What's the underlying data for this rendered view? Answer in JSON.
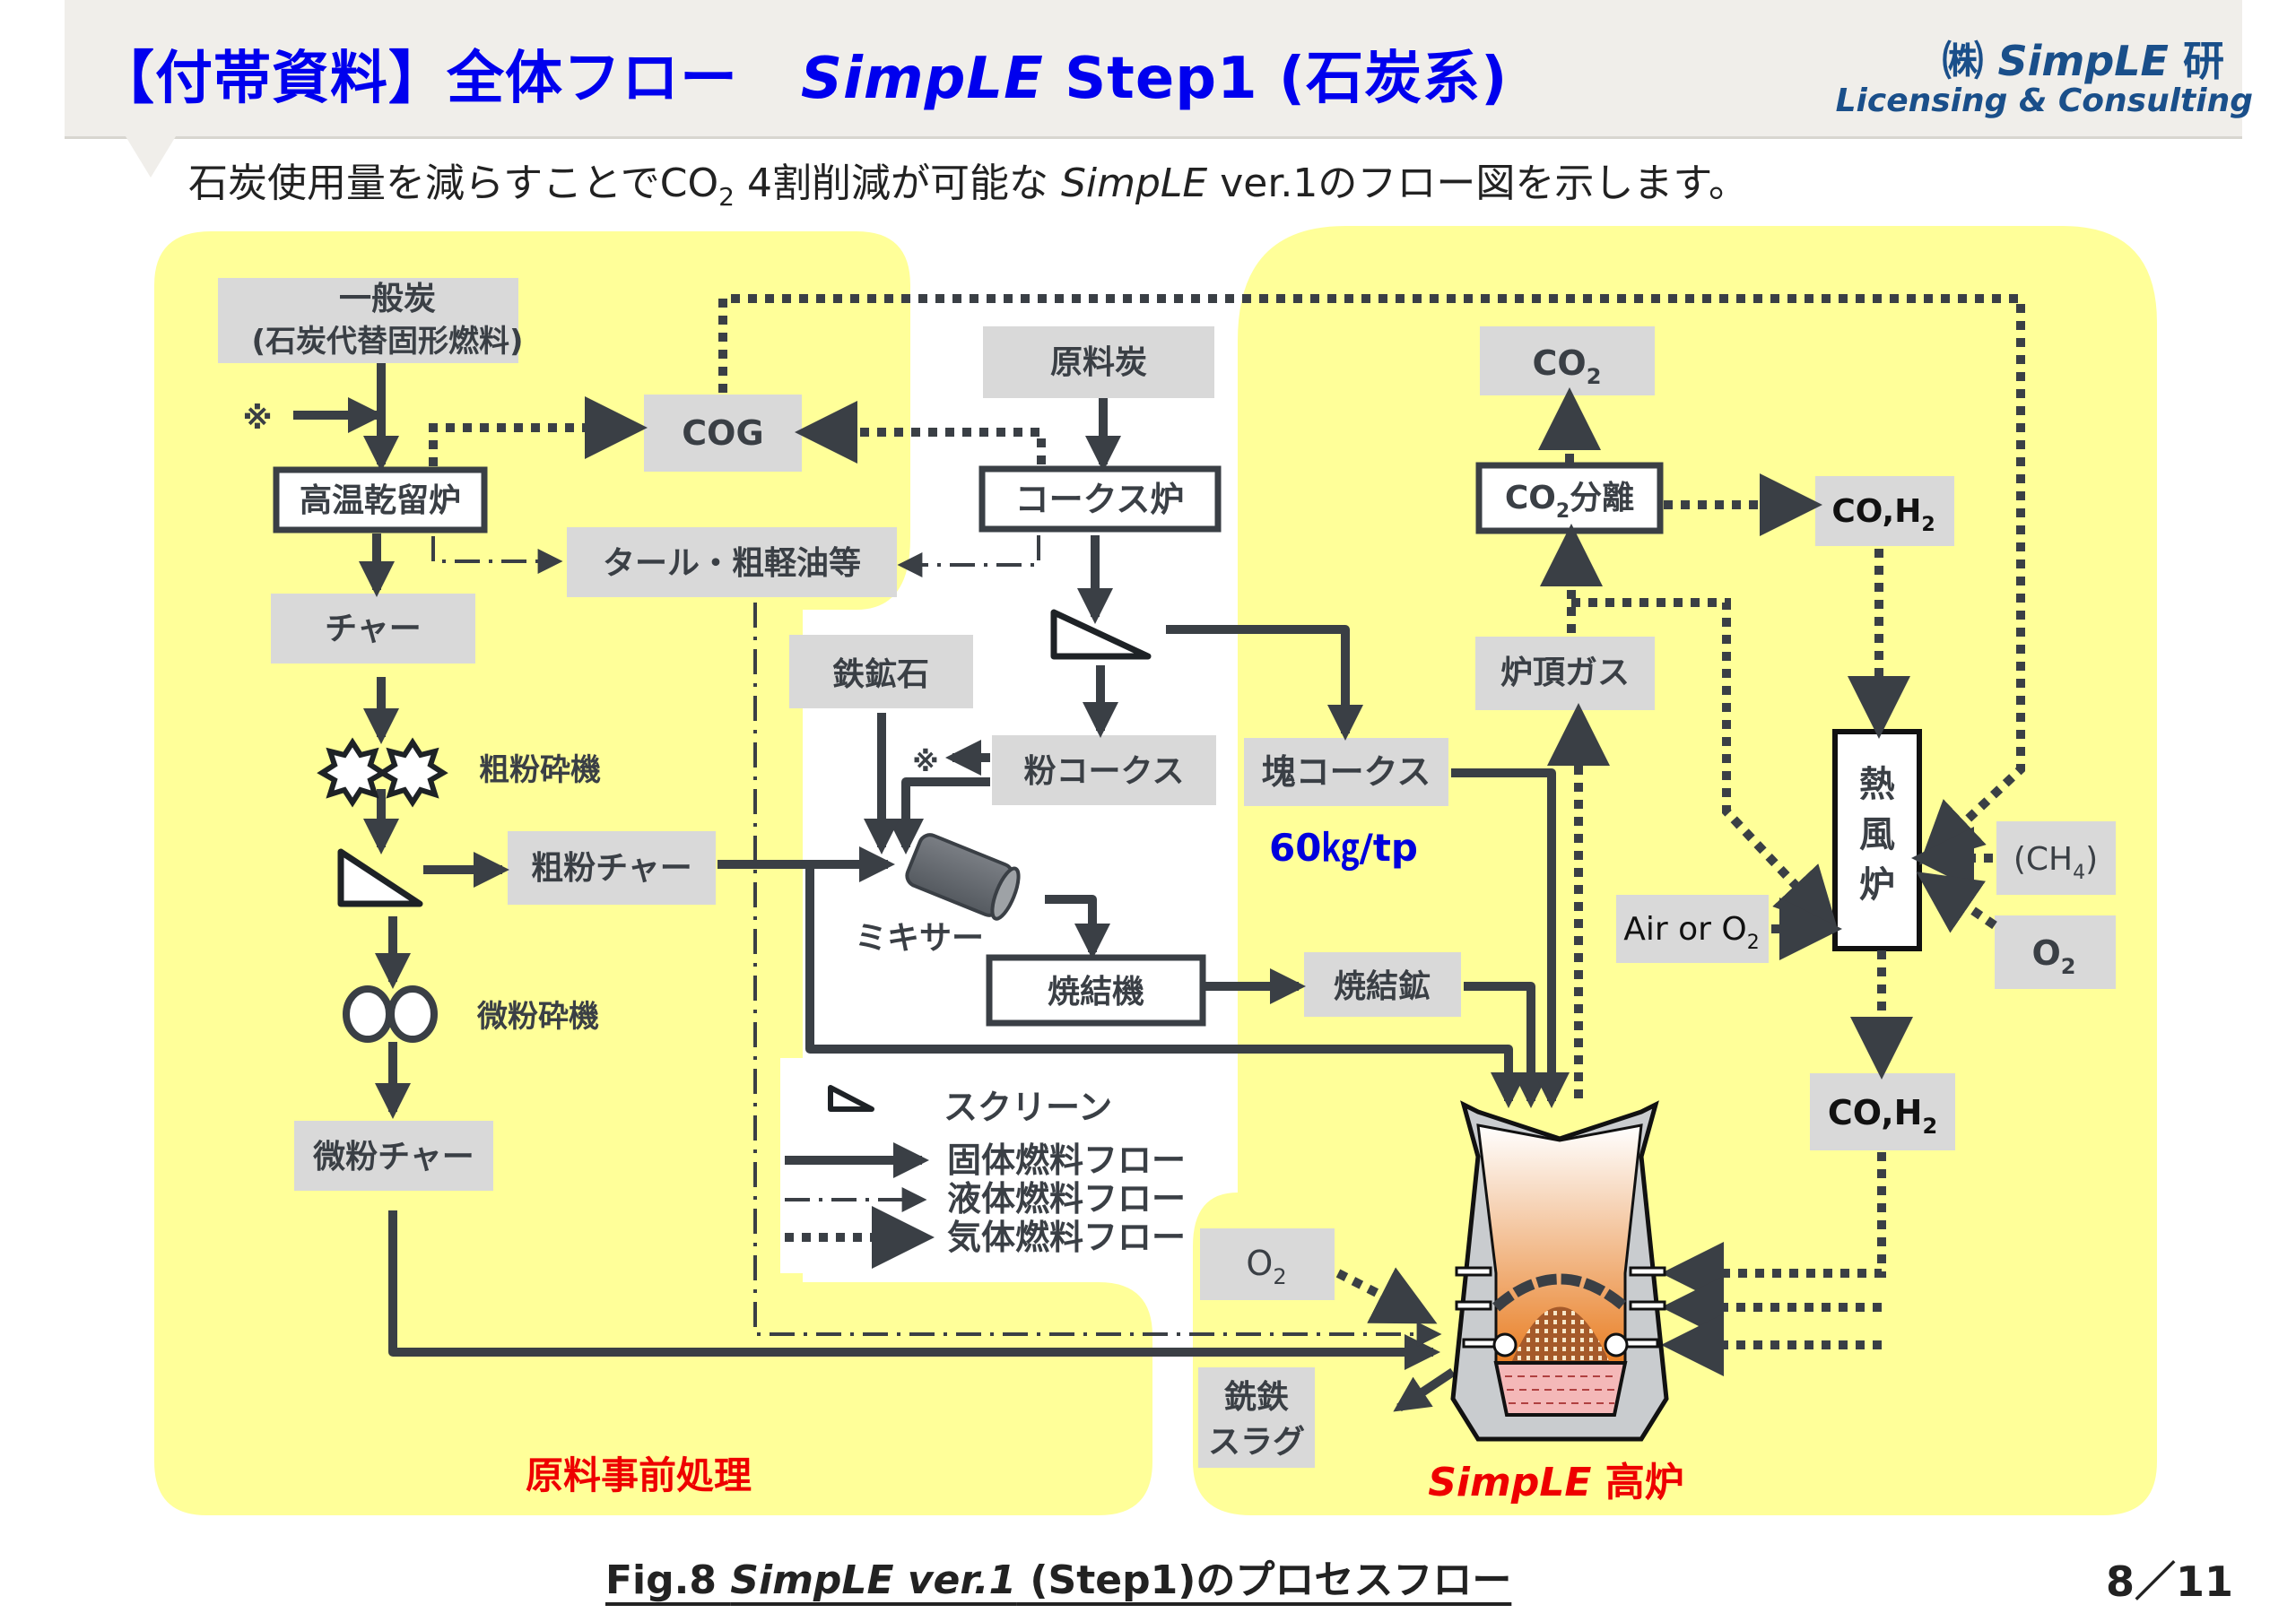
{
  "header": {
    "title_prefix": "【付帯資料】全体フロー",
    "title_brand": "SimpLE",
    "title_suffix": "Step1 (石炭系)",
    "logo_line1_prefix": "㈱",
    "logo_line1_brand": "SimpLE",
    "logo_line1_suffix": "研",
    "logo_line2": "Licensing & Consulting"
  },
  "subtitle": {
    "part1": "石炭使用量を減らすことでCO",
    "sub": "2",
    "part2": " 4割削減が可能な ",
    "brand": "SimpLE",
    "part3": " ver.1のフロー図を示します。"
  },
  "zones": {
    "pretreatment_label": "原料事前処理",
    "furnace_label_brand": "SimpLE",
    "furnace_label_suffix": "高炉"
  },
  "nodes": {
    "steam_coal_line1": "一般炭",
    "steam_coal_line2": "(石炭代替固形燃料)",
    "note_mark": "※",
    "carbonizer": "高温乾留炉",
    "cog": "COG",
    "tar": "タール・粗軽油等",
    "char": "チャー",
    "coarse_crusher": "粗粉砕機",
    "coarse_char": "粗粉チャー",
    "fine_crusher": "微粉砕機",
    "fine_char": "微粉チャー",
    "coking_coal": "原料炭",
    "coke_oven": "コークス炉",
    "iron_ore": "鉄鉱石",
    "fine_coke": "粉コークス",
    "lump_coke": "塊コークス",
    "lump_coke_rate": "60㎏/tp",
    "mixer": "ミキサー",
    "sinter_machine": "焼結機",
    "sinter_ore": "焼結鉱",
    "co2": "CO",
    "co2_sub": "2",
    "co2_sep": "分離",
    "co_h2_top": "CO,H",
    "co_h2_sub": "2",
    "top_gas": "炉頂ガス",
    "hot_stove": [
      "熱",
      "風",
      "炉"
    ],
    "ch4": "(CH",
    "ch4_sub": "4",
    "ch4_close": ")",
    "o2_right": "O",
    "o2_sub": "2",
    "air_or_o2": "Air or O",
    "air_sub": "2",
    "co_h2_bottom": "CO,H",
    "o2_left": "O",
    "pig_iron": "銑鉄",
    "slag": "スラグ"
  },
  "legend": {
    "screen": "スクリーン",
    "solid": "固体燃料フロー",
    "liquid": "液体燃料フロー",
    "gas": "気体燃料フロー"
  },
  "footer": {
    "caption_prefix": "Fig.8 ",
    "caption_brand": "SimpLE ver.1",
    "caption_suffix": " (Step1)のプロセスフロー",
    "page": "8／11"
  },
  "colors": {
    "title": "#0000ee",
    "zone": "#ffff99",
    "box": "#d9d9d9",
    "line": "#3a3f45",
    "accent_red": "#ee0000",
    "rate_blue": "#0000dd"
  }
}
